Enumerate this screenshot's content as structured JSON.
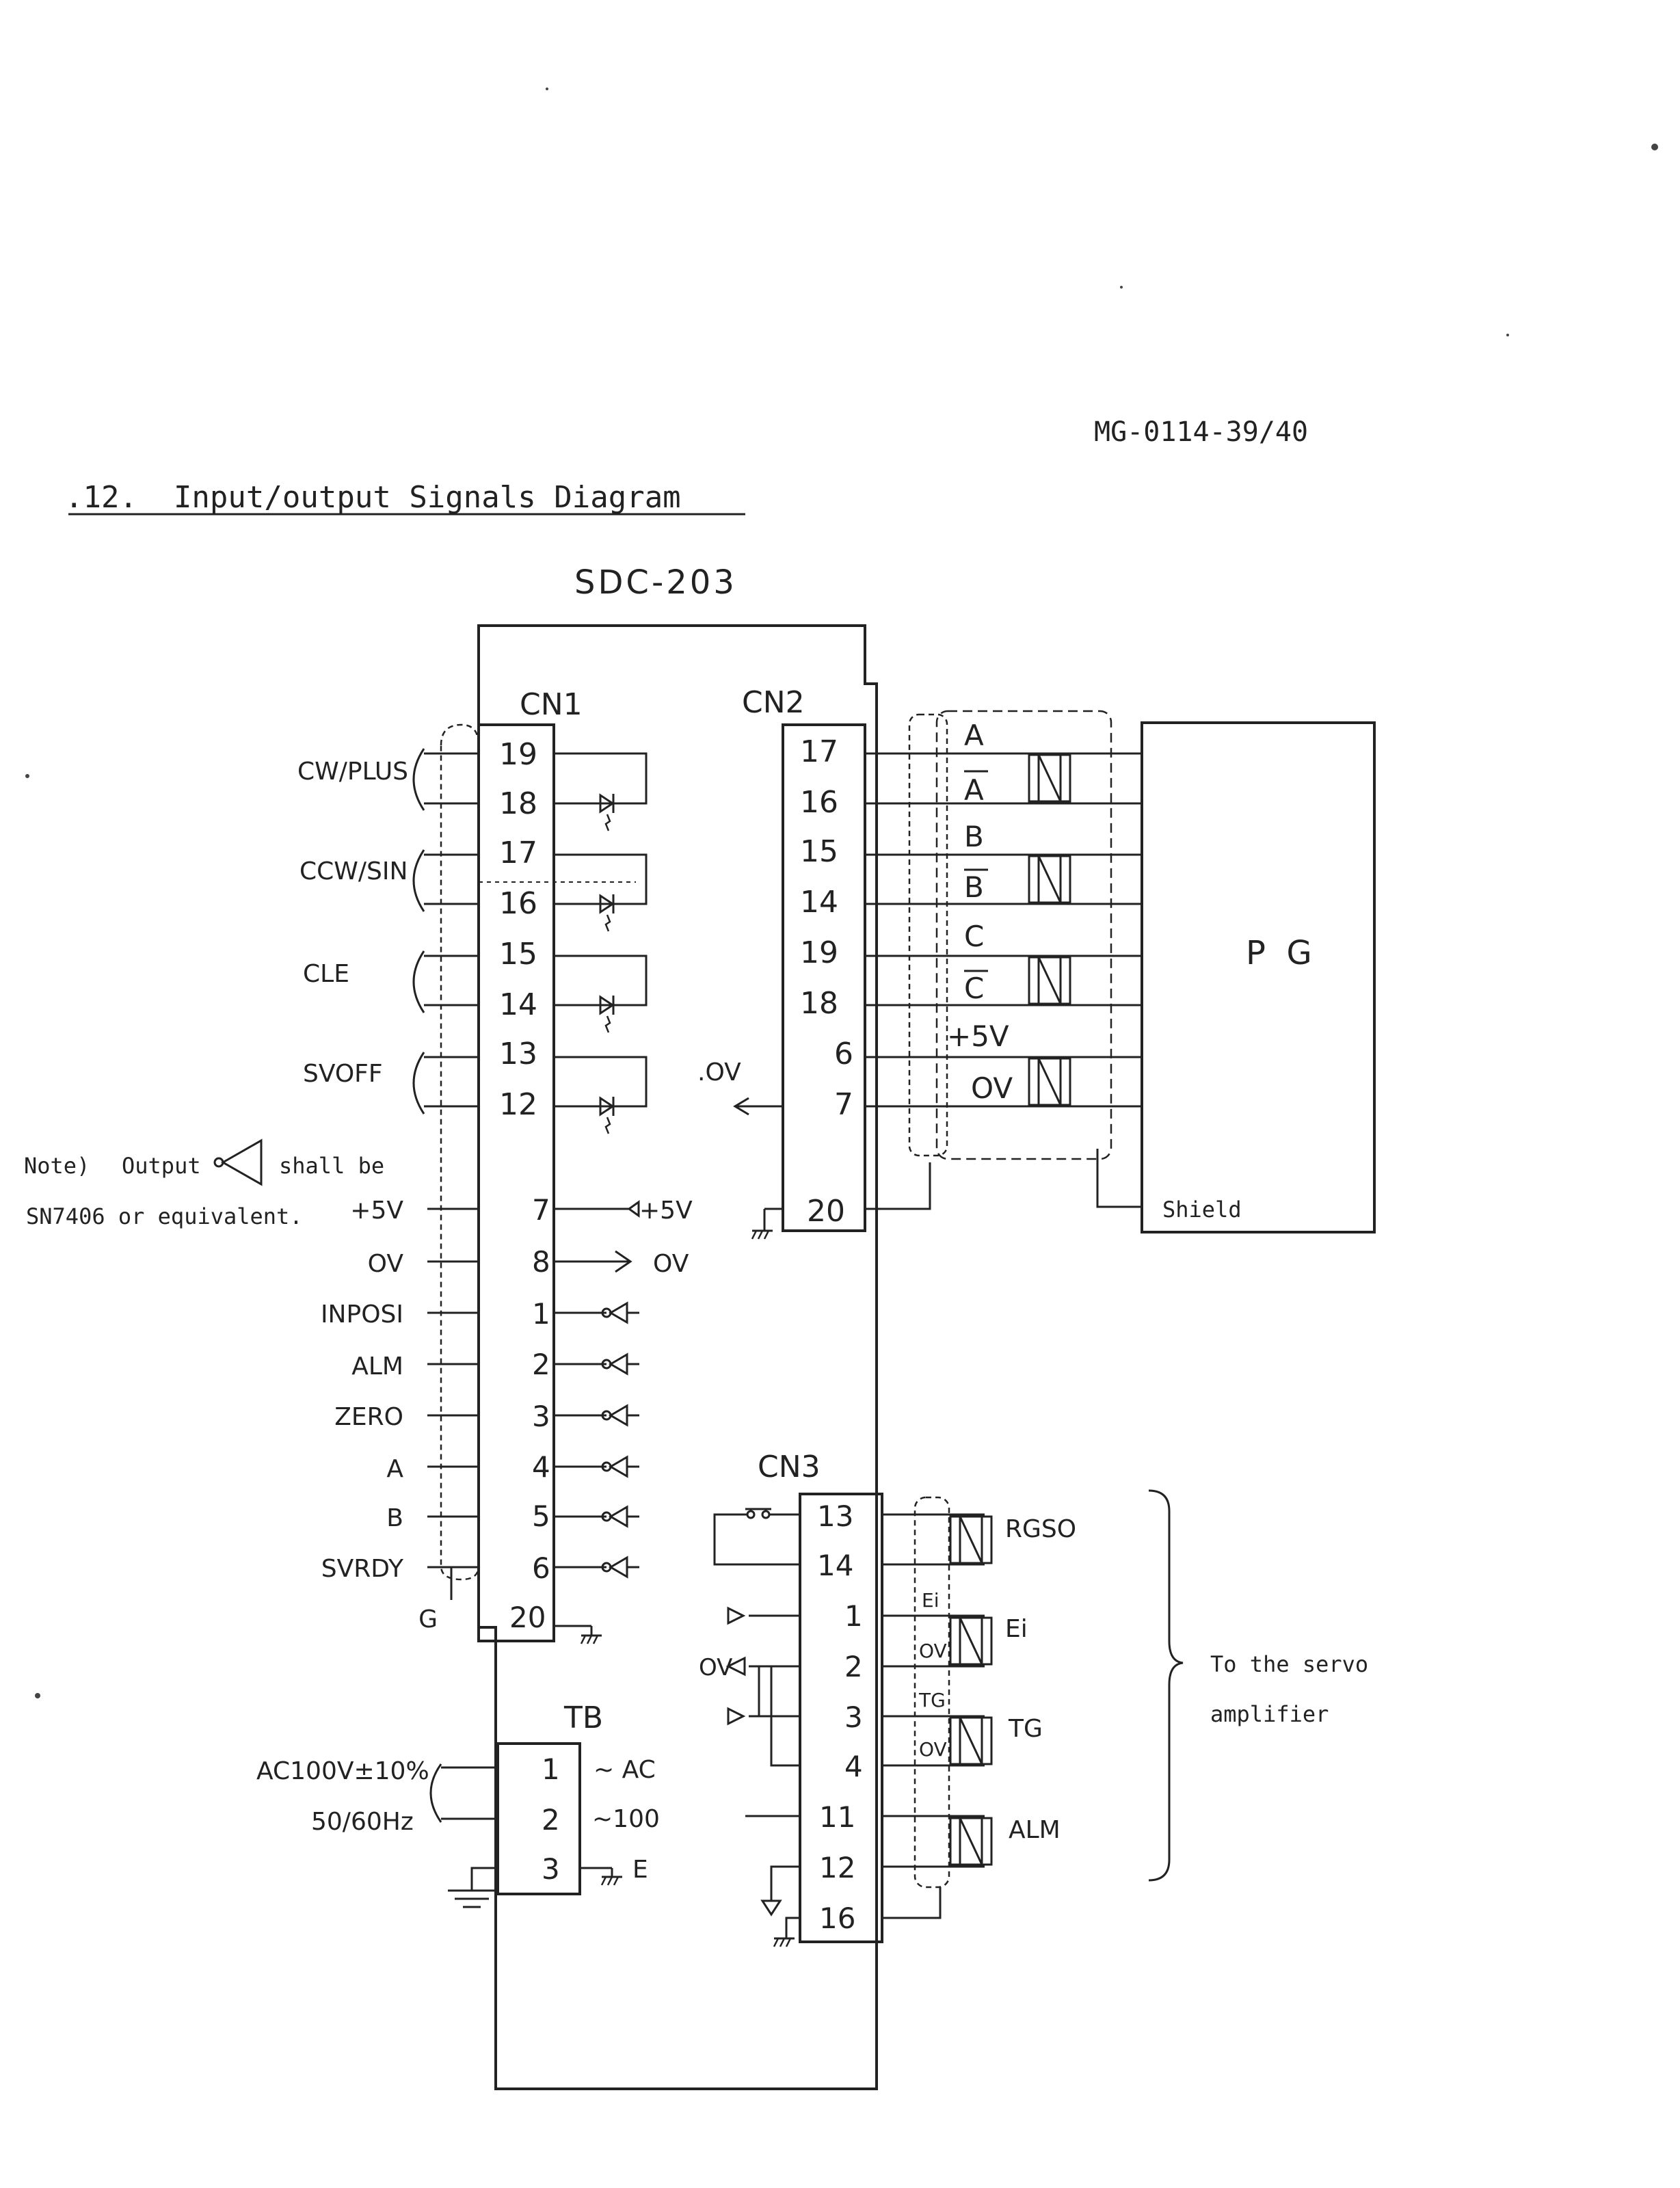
{
  "header": {
    "doc_number": "MG-0114-39/40",
    "section_title": ".12.  Input/output Signals Diagram"
  },
  "device": {
    "title": "SDC-203",
    "cn1": {
      "label": "CN1",
      "upper_pins": [
        "19",
        "18",
        "17",
        "16",
        "15",
        "14",
        "13",
        "12"
      ],
      "lower_pins": [
        "7",
        "8",
        "1",
        "2",
        "3",
        "4",
        "5",
        "6",
        "20"
      ]
    },
    "cn2": {
      "label": "CN2",
      "pins": [
        "17",
        "16",
        "15",
        "14",
        "19",
        "18",
        "6",
        "7",
        "20"
      ]
    },
    "cn3": {
      "label": "CN3",
      "pins": [
        "13",
        "14",
        "1",
        "2",
        "3",
        "4",
        "11",
        "12",
        "16"
      ]
    },
    "tb": {
      "label": "TB",
      "pins": [
        "1",
        "2",
        "3"
      ]
    }
  },
  "cn1_inputs": [
    "CW/PLUS",
    "CCW/SIN",
    "CLE",
    "SVOFF"
  ],
  "cn1_outputs": [
    "+5V",
    "OV",
    "INPOSI",
    "ALM",
    "ZERO",
    "A",
    "B",
    "SVRDY",
    "G"
  ],
  "cn1_internal": {
    "v5": "+5V",
    "ov": "OV"
  },
  "cn2_side": {
    "ov_label": ".OV",
    "signals": [
      "A",
      "A",
      "B",
      "B",
      "C",
      "C",
      "+5V",
      "OV"
    ],
    "pg_label": "P  G",
    "shield_label": "Shield"
  },
  "cn3_side": {
    "signals": [
      "RGSO",
      "Ei",
      "TG",
      "ALM"
    ],
    "inner_labels": [
      "Ei",
      "OV",
      "TG",
      "OV"
    ],
    "ov_label": "OV",
    "destination": [
      "To the servo",
      "amplifier"
    ]
  },
  "tb_side": {
    "supply": [
      "AC100V±10%",
      "50/60Hz"
    ],
    "pin_labels": [
      "~ AC",
      "~100",
      "E"
    ]
  },
  "note": {
    "line1_prefix": "Note)",
    "line1_word": "Output",
    "line1_suffix": "shall be",
    "line2": "SN7406 or equivalent."
  }
}
